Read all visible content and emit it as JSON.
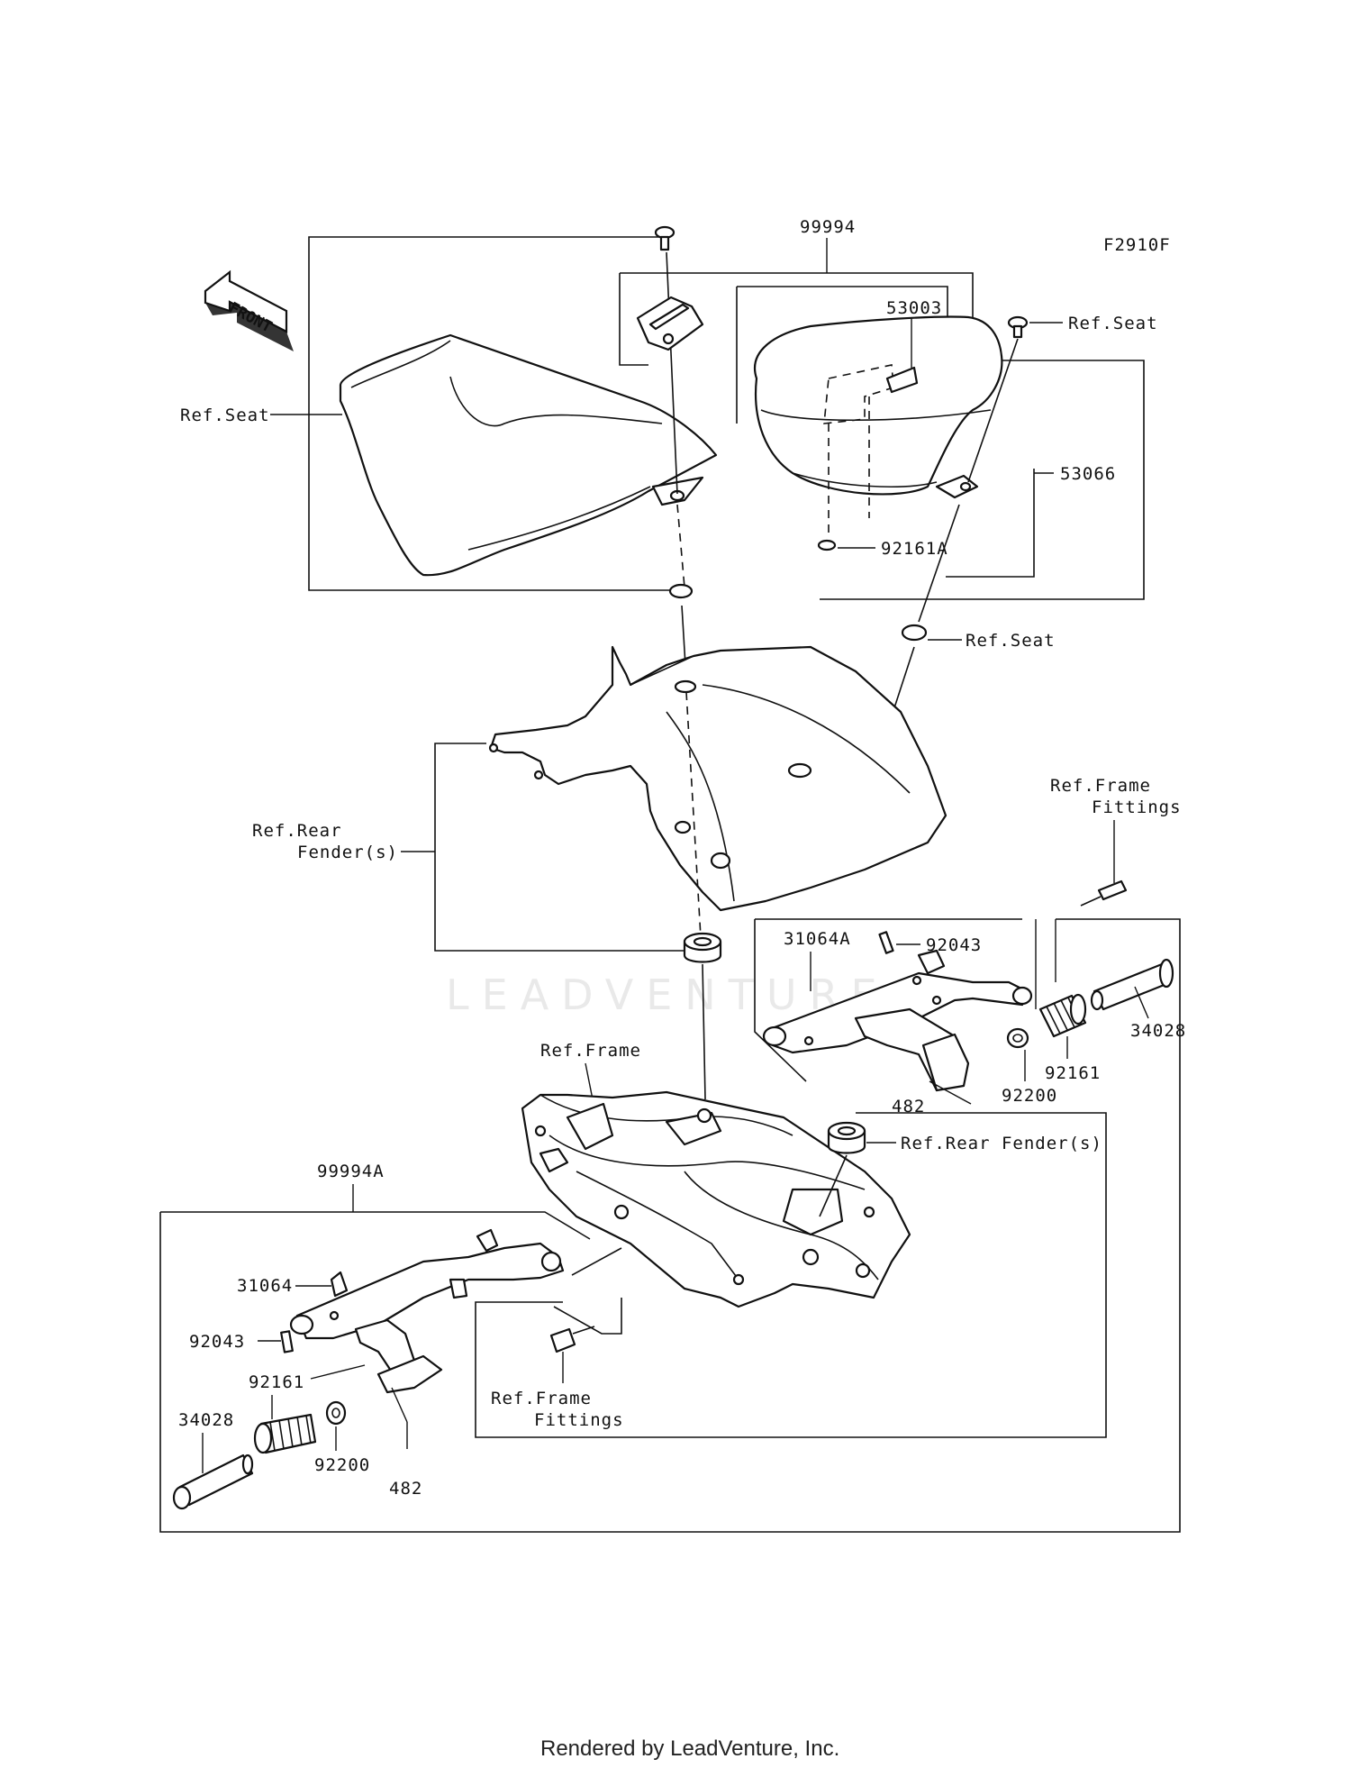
{
  "diagram": {
    "code": "F2910F",
    "watermark": "LEADVENTURE",
    "front_label": "FRONT",
    "footer": "Rendered by LeadVenture, Inc.",
    "labels": {
      "p99994": "99994",
      "p53003": "53003",
      "ref_seat_1": "Ref.Seat",
      "ref_seat_2": "Ref.Seat",
      "ref_seat_3": "Ref.Seat",
      "p53066": "53066",
      "p92161A": "92161A",
      "ref_rear_fender_line1": "Ref.Rear",
      "ref_rear_fender_line2": "Fender(s)",
      "ref_frame_fittings_top_line1": "Ref.Frame",
      "ref_frame_fittings_top_line2": "Fittings",
      "p31064A": "31064A",
      "p92043_right": "92043",
      "p34028_right": "34028",
      "p92161_right": "92161",
      "p92200_right": "92200",
      "p482_right": "482",
      "ref_frame": "Ref.Frame",
      "ref_rear_fender_right": "Ref.Rear Fender(s)",
      "p99994A": "99994A",
      "p31064": "31064",
      "p92043_left": "92043",
      "p92161_left": "92161",
      "p34028_left": "34028",
      "p92200_left": "92200",
      "p482_left": "482",
      "ref_frame_fittings_bottom_line1": "Ref.Frame",
      "ref_frame_fittings_bottom_line2": "Fittings"
    }
  }
}
